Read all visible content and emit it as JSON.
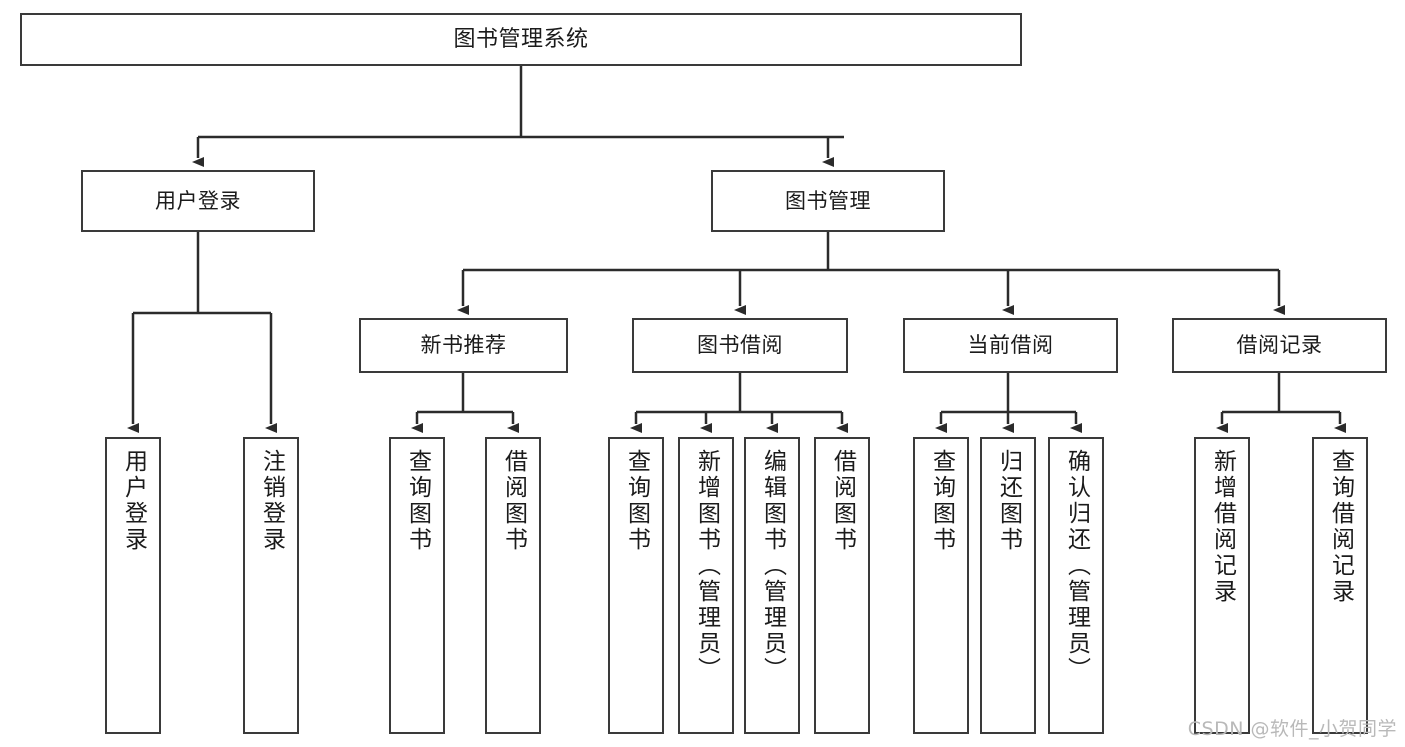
{
  "diagram": {
    "type": "tree-hierarchy",
    "title": "图书管理系统",
    "root": {
      "label": "图书管理系统"
    },
    "level2": [
      {
        "label": "用户登录"
      },
      {
        "label": "图书管理"
      }
    ],
    "level3": [
      {
        "label": "新书推荐"
      },
      {
        "label": "图书借阅"
      },
      {
        "label": "当前借阅"
      },
      {
        "label": "借阅记录"
      }
    ],
    "leaves": {
      "user_login": [
        {
          "label": "用户登录"
        },
        {
          "label": "注销登录"
        }
      ],
      "new_book_recommend": [
        {
          "label": "查询图书"
        },
        {
          "label": "借阅图书"
        }
      ],
      "book_borrow": [
        {
          "label": "查询图书"
        },
        {
          "label": "新增图书（管理员）"
        },
        {
          "label": "编辑图书（管理员）"
        },
        {
          "label": "借阅图书"
        }
      ],
      "current_borrow": [
        {
          "label": "查询图书"
        },
        {
          "label": "归还图书"
        },
        {
          "label": "确认归还（管理员）"
        }
      ],
      "borrow_record": [
        {
          "label": "新增借阅记录"
        },
        {
          "label": "查询借阅记录"
        }
      ]
    }
  },
  "watermark": {
    "text": "CSDN @软件_小贺同学"
  },
  "colors": {
    "box_border": "#3a3a3a",
    "box_fill": "#ffffff",
    "text": "#1b1b1b",
    "connector": "#2b2b2b",
    "watermark": "#b9b9b9"
  }
}
